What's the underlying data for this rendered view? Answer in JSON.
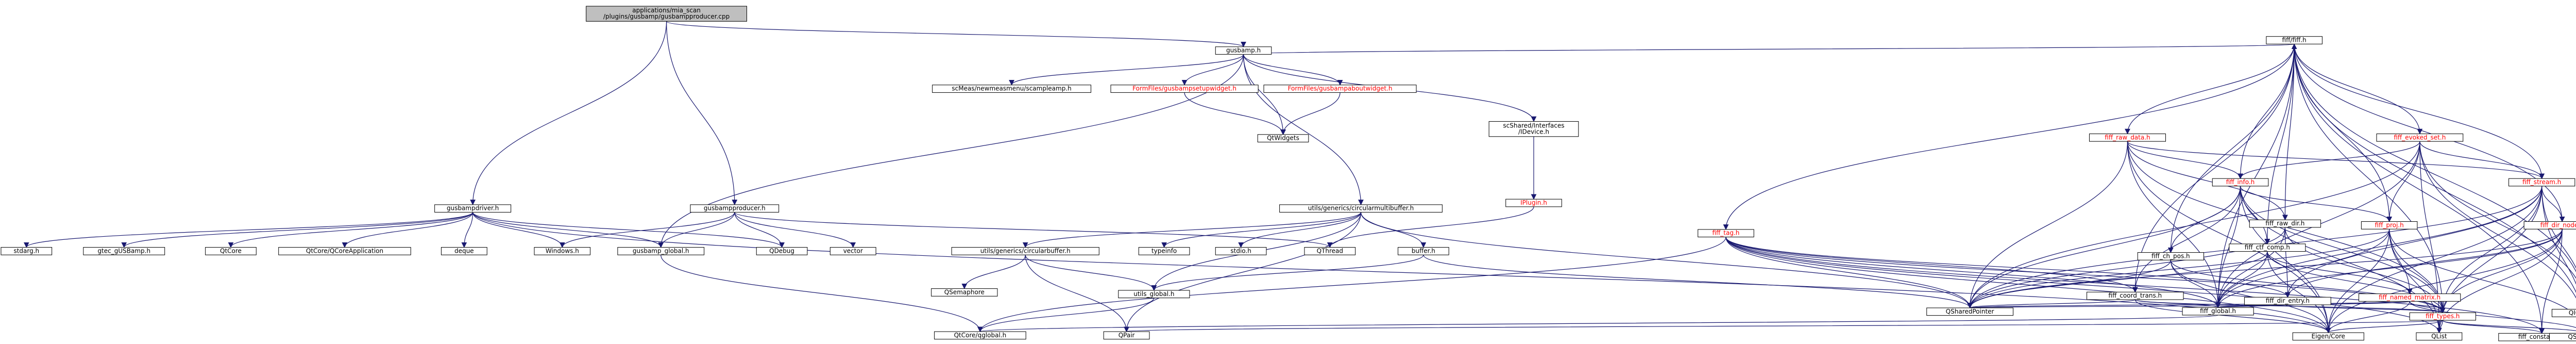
{
  "graph": {
    "colors": {
      "root_fill": "#bfbfbf",
      "node_fill": "#ffffff",
      "edge": "#191970",
      "text": "#000000",
      "link_text": "#ff0000",
      "link_border": "#ff0000"
    },
    "nodes": [
      {
        "id": "root",
        "label": "applications/mia_scan\n/plugins/gusbamp/gusbampproducer.cpp",
        "kind": "root"
      },
      {
        "id": "gusbamp_h",
        "label": "gusbamp.h"
      },
      {
        "id": "gusbampdriver_h",
        "label": "gusbampdriver.h"
      },
      {
        "id": "gusbampproducer_h",
        "label": "gusbampproducer.h"
      },
      {
        "id": "circularmultibuffer_h",
        "label": "utils/generics/circularmultibuffer.h"
      },
      {
        "id": "scmeas_h",
        "label": "scMeas/newmeasmenu/scampleamp.h"
      },
      {
        "id": "formfiles_setup",
        "label": "FormFiles/gusbampsetupwidget.h",
        "link": true
      },
      {
        "id": "formfiles_about",
        "label": "FormFiles/gusbampaboutwidget.h",
        "link": true
      },
      {
        "id": "qtwidgets",
        "label": "QtWidgets"
      },
      {
        "id": "scshared_iface",
        "label": "scShared/Interfaces\n/IDevice.h"
      },
      {
        "id": "iplugin_h",
        "label": "IPlugin.h",
        "link": true
      },
      {
        "id": "fiff_h",
        "label": "fiff/fiff.h"
      },
      {
        "id": "stdarg",
        "label": "stdarg.h"
      },
      {
        "id": "gtec_usbamp",
        "label": "gtec_gUSBamp.h"
      },
      {
        "id": "qtcore",
        "label": "QtCore"
      },
      {
        "id": "qtcore_app",
        "label": "QtCore/QCoreApplication"
      },
      {
        "id": "deque",
        "label": "deque"
      },
      {
        "id": "windows_h",
        "label": "Windows.h"
      },
      {
        "id": "gusbamp_global",
        "label": "gusbamp_global.h"
      },
      {
        "id": "qdebug",
        "label": "QDebug"
      },
      {
        "id": "vector",
        "label": "vector"
      },
      {
        "id": "circularbuffer_h",
        "label": "utils/generics/circularbuffer.h"
      },
      {
        "id": "typeinfo",
        "label": "typeinfo"
      },
      {
        "id": "stdio_h",
        "label": "stdio.h"
      },
      {
        "id": "qthread",
        "label": "QThread"
      },
      {
        "id": "buffer_h",
        "label": "buffer.h"
      },
      {
        "id": "qsemaphore",
        "label": "QSemaphore"
      },
      {
        "id": "utils_global",
        "label": "utils_global.h"
      },
      {
        "id": "qpair",
        "label": "QPair"
      },
      {
        "id": "qtcore_qtglobal",
        "label": "QtCore/qglobal.h"
      },
      {
        "id": "fiff_tag",
        "label": "fiff_tag.h",
        "link": true
      },
      {
        "id": "fiff_raw_data",
        "label": "fiff_raw_data.h",
        "link": true
      },
      {
        "id": "fiff_evoked_set",
        "label": "fiff_evoked_set.h",
        "link": true
      },
      {
        "id": "fiff_info",
        "label": "fiff_info.h",
        "link": true
      },
      {
        "id": "fiff_stream",
        "label": "fiff_stream.h",
        "link": true
      },
      {
        "id": "fiff_dir_node",
        "label": "fiff_dir_node.h",
        "link": true
      },
      {
        "id": "fiff_raw_dir",
        "label": "fiff_raw_dir.h"
      },
      {
        "id": "fiff_ch_pos",
        "label": "fiff_ch_pos.h"
      },
      {
        "id": "fiff_ctf_comp",
        "label": "fiff_ctf_comp.h"
      },
      {
        "id": "fiff_proj",
        "label": "fiff_proj.h",
        "link": true
      },
      {
        "id": "fiff_coord_trans",
        "label": "fiff_coord_trans.h"
      },
      {
        "id": "fiff_dir_entry",
        "label": "fiff_dir_entry.h"
      },
      {
        "id": "fiff_named_matrix",
        "label": "fiff_named_matrix.h",
        "link": true
      },
      {
        "id": "qshareddata",
        "label": "QSharedPointer"
      },
      {
        "id": "fiff_global",
        "label": "fiff_global.h"
      },
      {
        "id": "fiff_types",
        "label": "fiff_types.h",
        "link": true
      },
      {
        "id": "eigen_core",
        "label": "Eigen/Core"
      },
      {
        "id": "qlist",
        "label": "QList"
      },
      {
        "id": "fiff_constants",
        "label": "fiff_constants.h"
      },
      {
        "id": "qstringlist",
        "label": "QStringList"
      },
      {
        "id": "qiodevice",
        "label": "QIODevice"
      }
    ]
  }
}
